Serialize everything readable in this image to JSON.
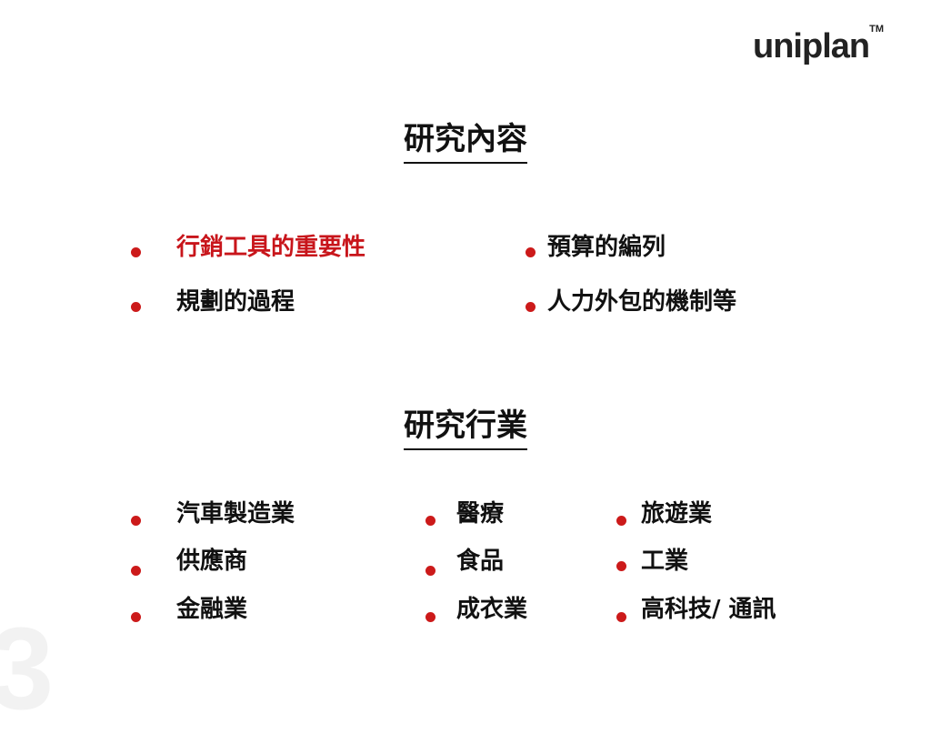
{
  "brand": {
    "name": "uniplan",
    "tm": "TM"
  },
  "page_number": "3",
  "colors": {
    "bullet": "#cc1a1a",
    "highlight": "#c8151b",
    "text": "#111111"
  },
  "section1": {
    "title": "研究內容",
    "items": [
      "行銷工具的重要性",
      "預算的編列",
      "規劃的過程",
      "人力外包的機制等"
    ]
  },
  "section2": {
    "title": "研究行業",
    "items": [
      "汽車製造業",
      "醫療",
      "旅遊業",
      "供應商",
      "食品",
      "工業",
      "金融業",
      "成衣業",
      "高科技/ 通訊"
    ]
  }
}
